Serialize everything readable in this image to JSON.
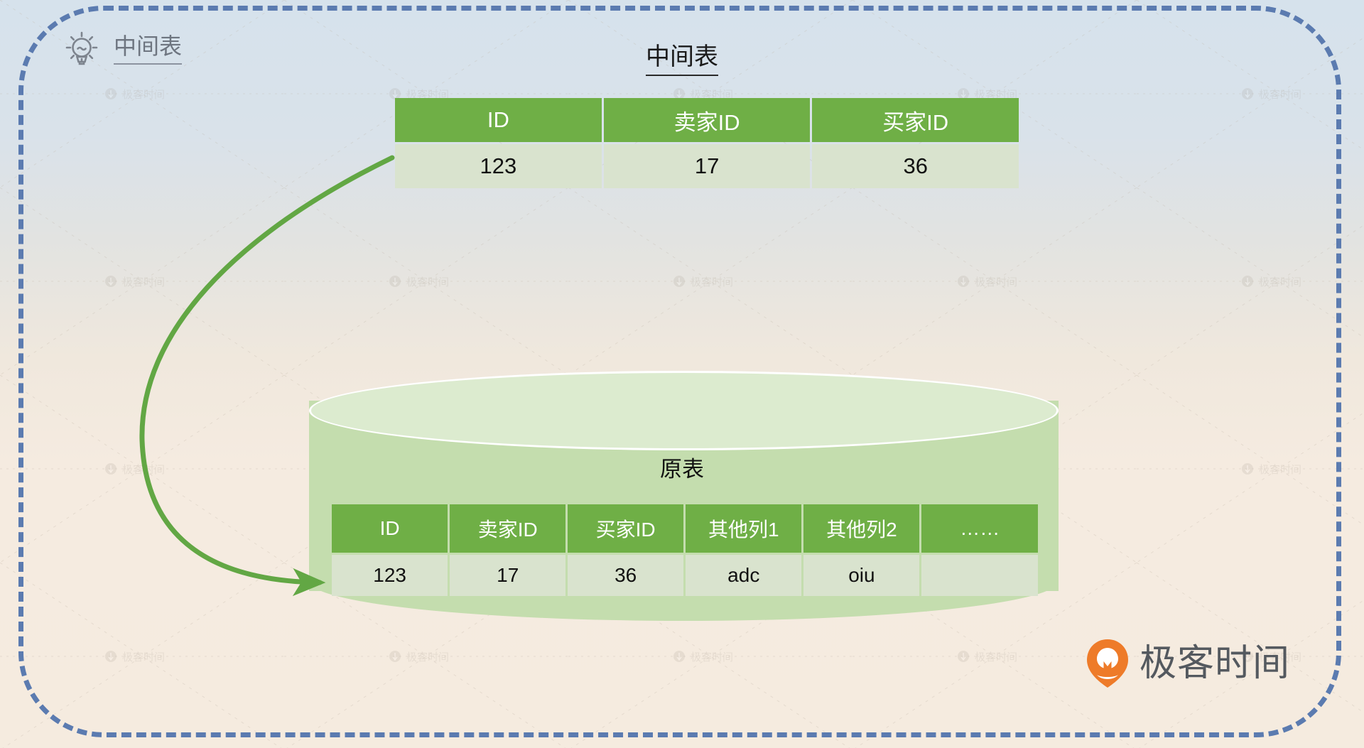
{
  "badge": {
    "icon": "lightbulb-icon",
    "label": "中间表"
  },
  "mid_table": {
    "title": "中间表",
    "headers": [
      "ID",
      "卖家ID",
      "买家ID"
    ],
    "rows": [
      [
        "123",
        "17",
        "36"
      ]
    ]
  },
  "cylinder": {
    "title": "原表"
  },
  "orig_table": {
    "headers": [
      "ID",
      "卖家ID",
      "买家ID",
      "其他列1",
      "其他列2",
      "……"
    ],
    "rows": [
      [
        "123",
        "17",
        "36",
        "adc",
        "oiu",
        ""
      ]
    ]
  },
  "arrow": {
    "name": "mid-to-orig-arrow",
    "color": "#62A744"
  },
  "brand": {
    "name": "极客时间",
    "logo_color": "#EE7B29"
  },
  "watermark": {
    "text": "极客时间"
  },
  "colors": {
    "header_green": "#6FAF46",
    "cell_green": "#D9E3CE",
    "cylinder_body": "#C4DDAE",
    "cylinder_top": "#DCEBCF",
    "frame_blue": "#5B7BB0",
    "bg_top": "#D6E2EC",
    "bg_bottom": "#F5EBE0"
  }
}
